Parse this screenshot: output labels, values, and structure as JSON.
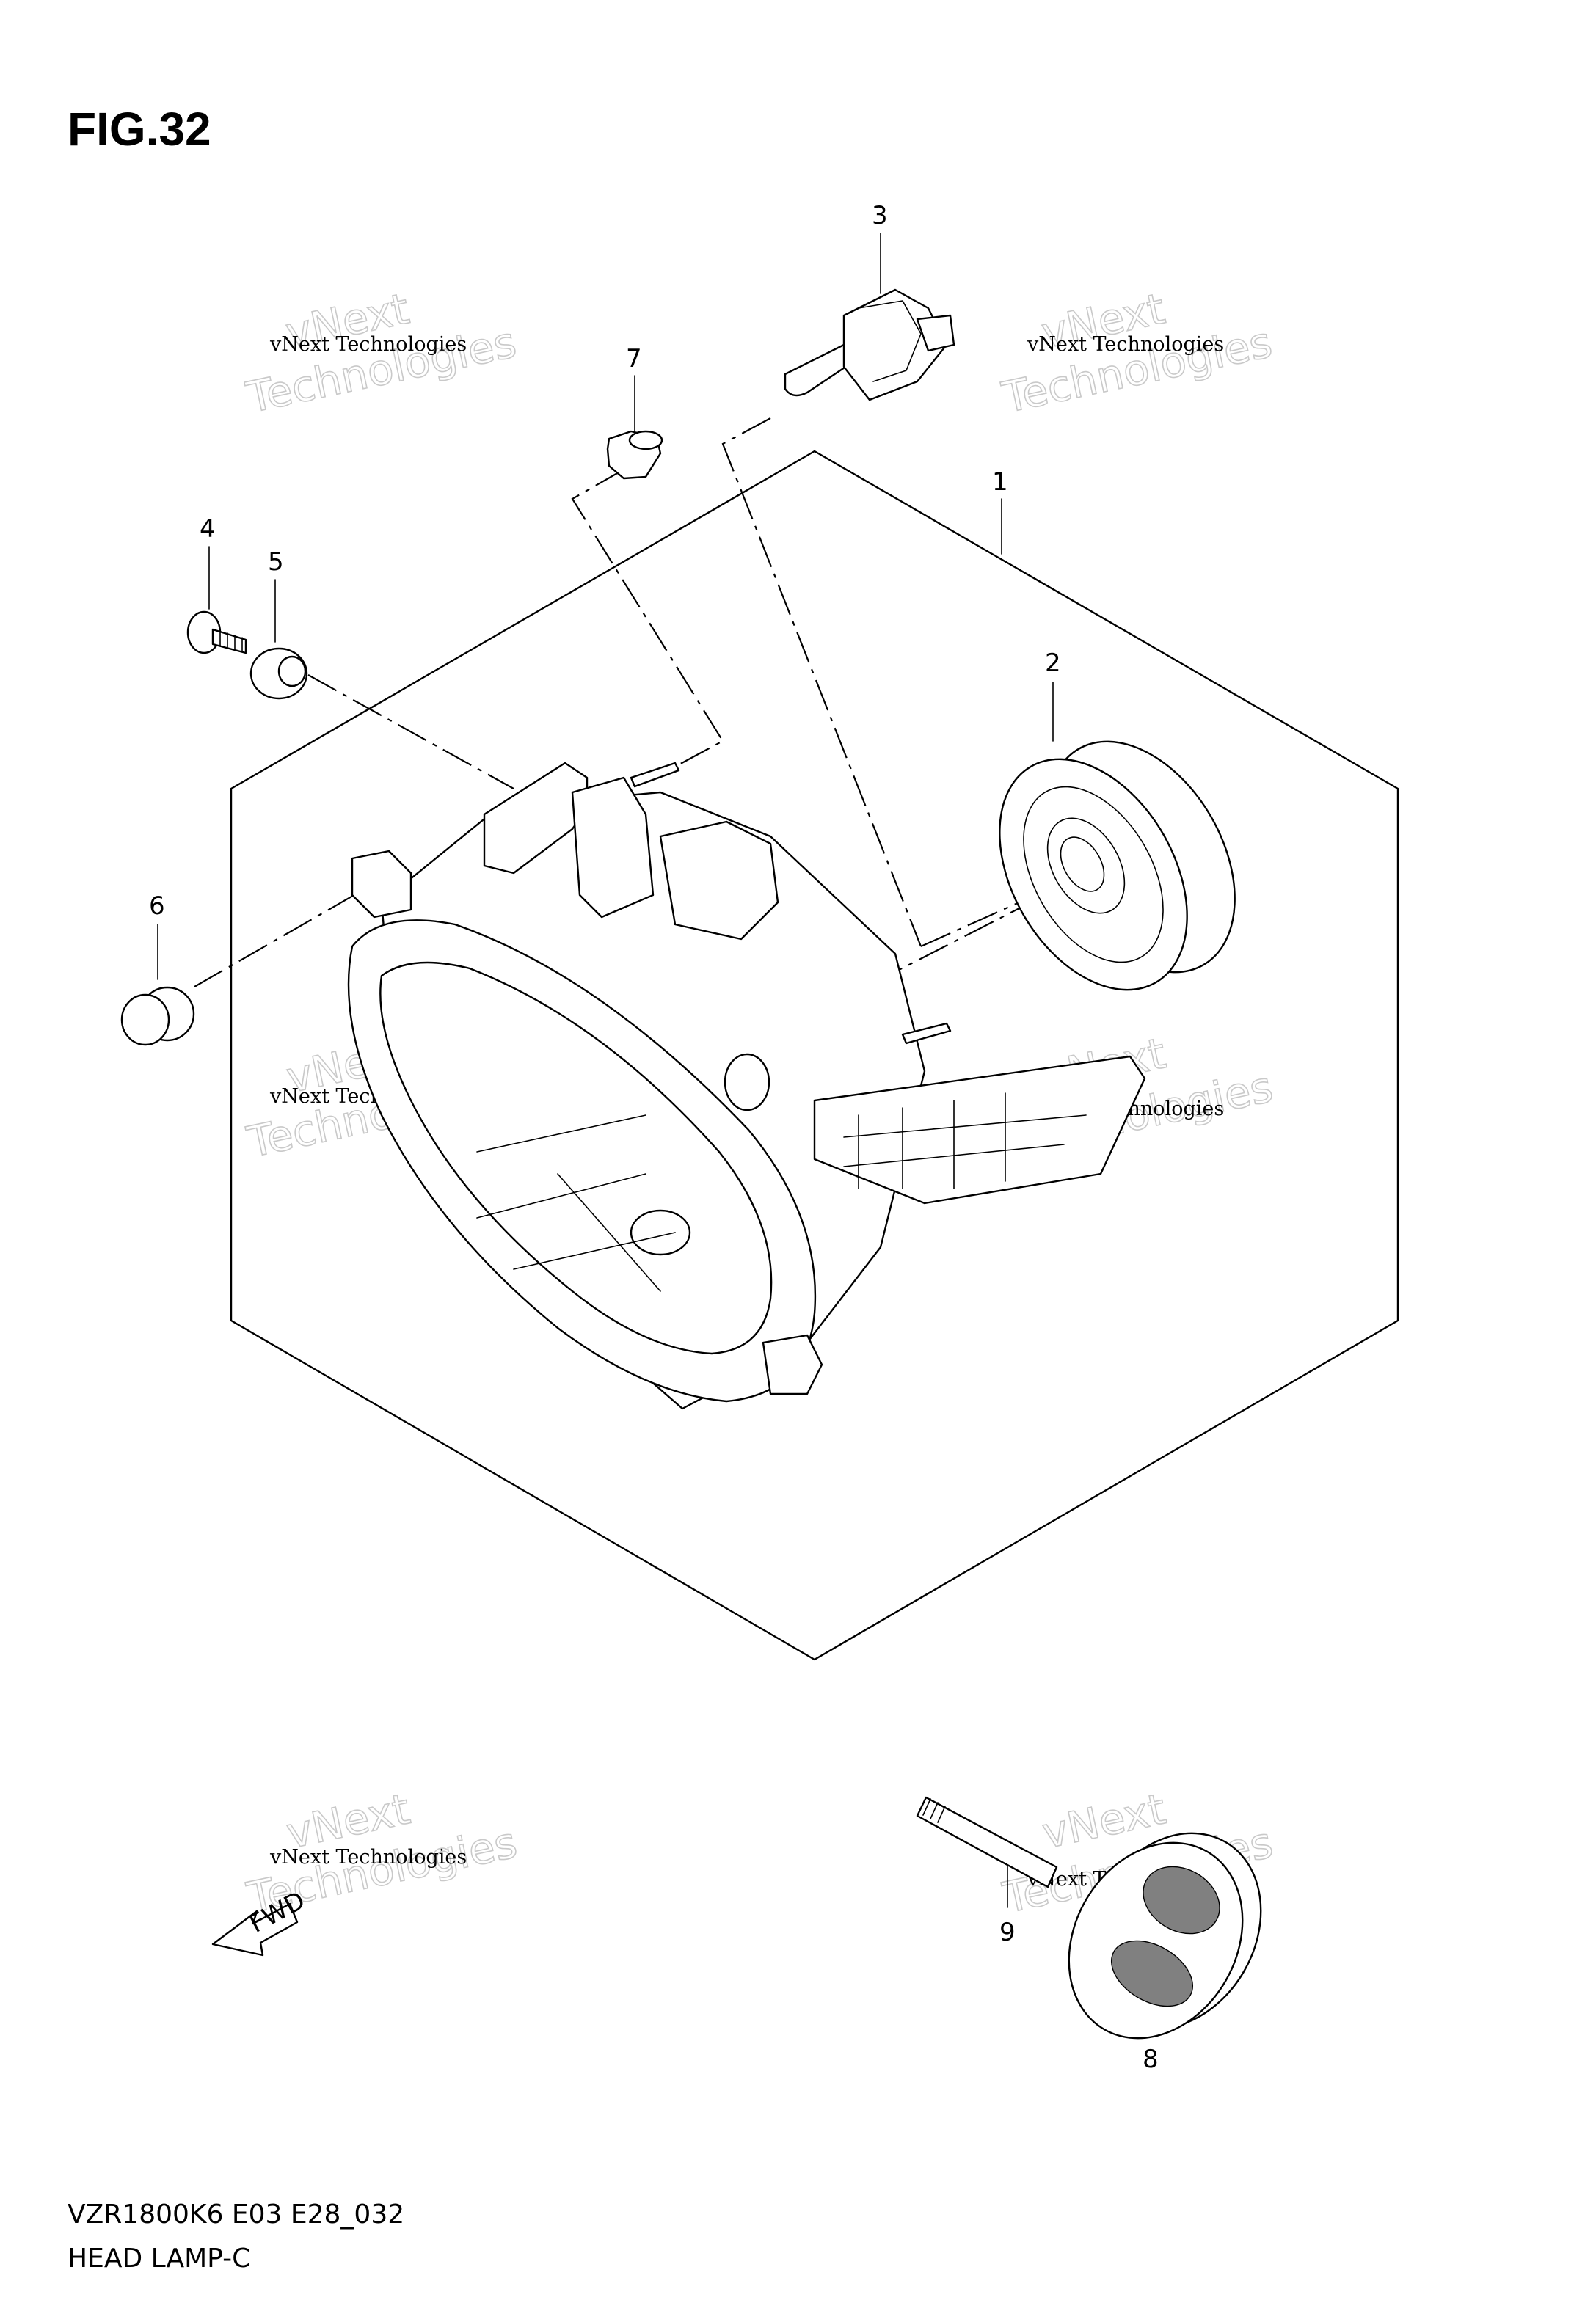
{
  "figure": {
    "title": "FIG.32"
  },
  "callouts": [
    "1",
    "2",
    "3",
    "4",
    "5",
    "6",
    "7",
    "8",
    "9"
  ],
  "arrow_label": "FWD",
  "footer": {
    "model_code": "VZR1800K6 E03 E28_032",
    "section": "HEAD LAMP-C"
  },
  "watermark": {
    "small_text": "vNext Technologies",
    "big_line1": "vNext",
    "big_line2": "Technologies"
  }
}
